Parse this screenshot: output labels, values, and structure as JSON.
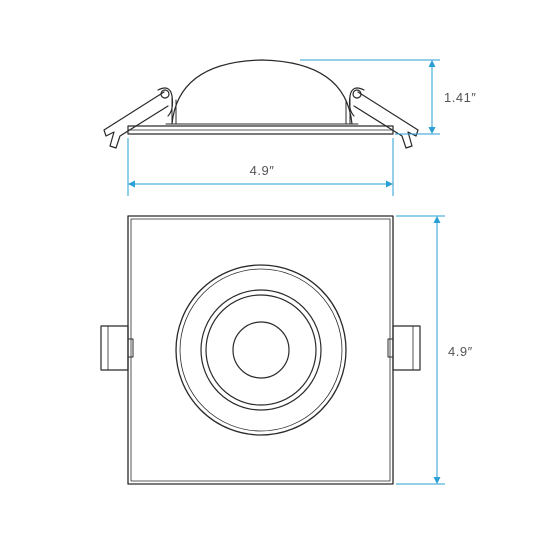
{
  "side_view": {
    "height_label": "1.41″",
    "width_label": "4.9″"
  },
  "top_view": {
    "height_label": "4.9″"
  },
  "colors": {
    "dimension": "#2a9fd6",
    "outline": "#2a2a2a",
    "label": "#555555"
  }
}
